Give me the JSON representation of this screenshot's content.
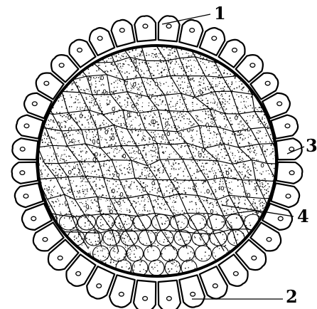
{
  "labels": [
    {
      "id": "1",
      "text": "1"
    },
    {
      "id": "2",
      "text": "2"
    },
    {
      "id": "3",
      "text": "3"
    },
    {
      "id": "4",
      "text": "4"
    }
  ],
  "colors": {
    "ink": "#000000",
    "paper": "#ffffff",
    "stipple": "#1a1a1a"
  }
}
